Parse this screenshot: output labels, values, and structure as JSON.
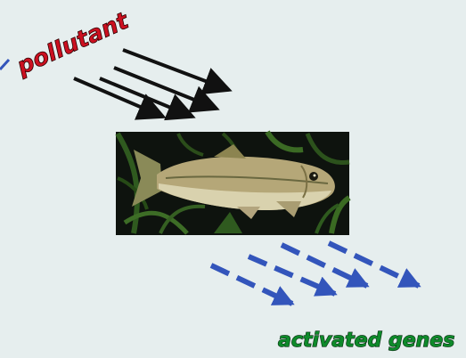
{
  "labels": {
    "pollutant": "pollutant",
    "activated_genes": "activated genes"
  },
  "colors": {
    "background": "#e6eeee",
    "pollutant_text": "#cc1020",
    "pollutant_arrows": "#111111",
    "genes_text": "#0e8a2a",
    "genes_outline": "#0a2a12",
    "gene_arrows": "#3355bb"
  },
  "image": {
    "subject": "fish-photo"
  }
}
